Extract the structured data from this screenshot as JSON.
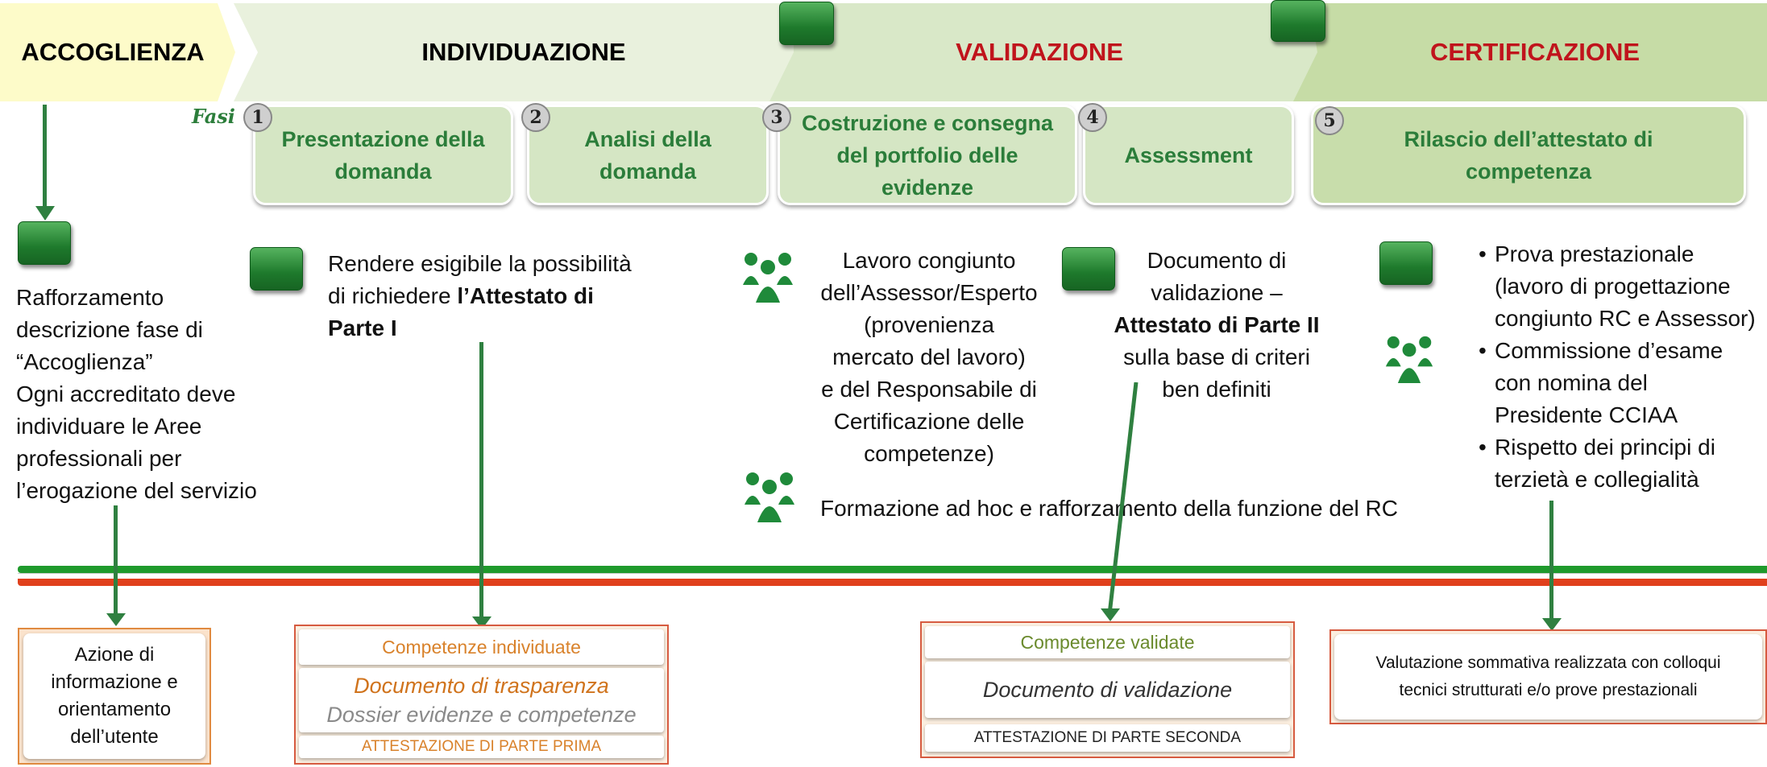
{
  "phases": [
    {
      "name": "ACCOGLIENZA",
      "color": "#000000"
    },
    {
      "name": "INDIVIDUAZIONE",
      "color": "#000000"
    },
    {
      "name": "VALIDAZIONE",
      "color": "#c0141c"
    },
    {
      "name": "CERTIFICAZIONE",
      "color": "#c0141c"
    }
  ],
  "fasi_label": "Fasi",
  "steps": [
    {
      "num": "1",
      "label": "Presentazione della domanda"
    },
    {
      "num": "2",
      "label": "Analisi della domanda"
    },
    {
      "num": "3",
      "label": "Costruzione e consegna del portfolio delle evidenze"
    },
    {
      "num": "4",
      "label": "Assessment"
    },
    {
      "num": "5",
      "label": "Rilascio dell’attestato di competenza"
    }
  ],
  "accoglienza_text": {
    "line1": "Rafforzamento",
    "line2": "descrizione fase di",
    "line3": "“Accoglienza”",
    "line4": "Ogni accreditato  deve",
    "line5": "individuare  le Aree",
    "line6": "professionali per",
    "line7": "l’erogazione del servizio"
  },
  "individuazione_text": {
    "line1": "Rendere esigibile la possibilità",
    "line2_pre": "di richiedere ",
    "line2_bold": "l’Attestato di",
    "line3_bold": "Parte I"
  },
  "validazione_text": {
    "line1": "Lavoro congiunto",
    "line2": "dell’Assessor/Esperto",
    "line3": "(provenienza",
    "line4": "mercato  del lavoro)",
    "line5": "e del Responsabile di",
    "line6": "Certificazione  delle",
    "line7": "competenze)"
  },
  "assessment_text": {
    "line1": "Documento di",
    "line2": "validazione –",
    "line3_bold": "Attestato di Parte II",
    "line4": "sulla base di criteri",
    "line5": "ben definiti"
  },
  "formazione_text": "Formazione ad hoc e rafforzamento della funzione del RC",
  "certificazione_bullets": [
    [
      "Prova prestazionale",
      "(lavoro di progettazione",
      "congiunto  RC e Assessor)"
    ],
    [
      "Commissione d’esame",
      "con nomina del",
      "Presidente  CCIAA"
    ],
    [
      "Rispetto dei principi di",
      "terzietà  e collegialità"
    ]
  ],
  "outputs": {
    "accoglienza": {
      "lines": [
        "Azione di",
        "informazione e",
        "orientamento",
        "dell’utente"
      ]
    },
    "individuazione": {
      "row1": "Competenze  individuate",
      "row2": "Documento di trasparenza",
      "row3": "Dossier evidenze e competenze",
      "row4": "ATTESTAZIONE DI PARTE PRIMA"
    },
    "validazione": {
      "row1": "Competenze validate",
      "row2": "Documento di validazione",
      "row3": "ATTESTAZIONE DI PARTE SECONDA"
    },
    "certificazione": {
      "line1": "Valutazione sommativa realizzata con colloqui",
      "line2": "tecnici strutturati e/o prove prestazionali"
    }
  },
  "colors": {
    "dark_green": "#2f8040",
    "step_text_green": "#2b7d3a",
    "red": "#c0141c",
    "orange_text": "#d9822b",
    "timeline_green": "#1f9a2c",
    "timeline_red": "#e0401c"
  }
}
